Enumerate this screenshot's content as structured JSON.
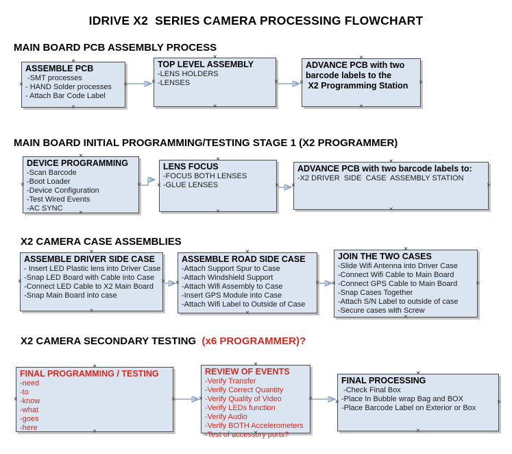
{
  "page": {
    "title": "IDRIVE X2  SERIES CAMERA PROCESSING FLOWCHART"
  },
  "colors": {
    "box_fill": "#dbe5f1",
    "box_border": "#4a4a4a",
    "red": "#d02b20",
    "arrow_line": "#8fa7c7",
    "arrow_head": "#44609f"
  },
  "icons": {
    "connection_point": "×"
  },
  "sections": [
    {
      "heading": "MAIN BOARD PCB ASSEMBLY PROCESS",
      "heading_suffix": "",
      "boxes": [
        {
          "title": "ASSEMBLE PCB",
          "items": [
            " -SMT processes",
            "- HAND Solder processes",
            "- Attach Bar Code Label"
          ]
        },
        {
          "title": "TOP LEVEL ASSEMBLY",
          "items": [
            "-LENS HOLDERS",
            "-LENSES"
          ]
        },
        {
          "title": "ADVANCE PCB with two\nbarcode labels to the\n X2 Programming Station",
          "items": []
        }
      ]
    },
    {
      "heading": "MAIN BOARD INITIAL PROGRAMMING/TESTING STAGE 1 (X2 PROGRAMMER)",
      "heading_suffix": "",
      "boxes": [
        {
          "title": "DEVICE PROGRAMMING",
          "items": [
            "-Scan Barcode",
            "-Boot Loader",
            "-Device Configuration",
            "-Test Wired Events",
            "-AC SYNC"
          ]
        },
        {
          "title": "LENS FOCUS",
          "items": [
            "-FOCUS BOTH LENSES",
            "-GLUE LENSES"
          ]
        },
        {
          "title": "ADVANCE PCB with two barcode labels to:",
          "items": [
            "-X2 DRIVER  SIDE  CASE  ASSEMBLY STATION"
          ]
        }
      ]
    },
    {
      "heading": "X2 CAMERA CASE ASSEMBLIES",
      "heading_suffix": "",
      "boxes": [
        {
          "title": "ASSEMBLE DRIVER SIDE CASE",
          "items": [
            "- Insert LED Plastic lens into Driver Case",
            "-Snap LED Board with Cable into Case",
            "-Connect LED Cable to X2 Main Board",
            "-Snap Main Board into case"
          ]
        },
        {
          "title": "ASSEMBLE ROAD SIDE CASE",
          "items": [
            "-Attach Support Spur to Case",
            "-Attach Windshield Support",
            "-Attach Wifi Assembly to Case",
            "-Insert GPS Module into Case",
            "-Attach Wifi Label to Outside of Case"
          ]
        },
        {
          "title": "JOIN THE TWO CASES",
          "items": [
            "-Slide Wifi Antenna into Driver Case",
            "-Connect Wifi Cable to Main Board",
            "-Connect GPS Cable to Main Board",
            "-Snap Cases Together",
            "-Attach S/N Label to outside of case",
            "-Secure cases with Screw"
          ]
        }
      ]
    },
    {
      "heading": "X2 CAMERA SECONDARY TESTING ",
      "heading_suffix": " (x6 PROGRAMMER)?",
      "boxes": [
        {
          "title": "FINAL PROGRAMMING / TESTING",
          "accent": "red",
          "items": [
            "-need",
            "-to",
            "-know",
            "-what",
            "-goes",
            "-here"
          ]
        },
        {
          "title": "REVIEW OF EVENTS",
          "accent": "red",
          "items": [
            "-Verify Transfer",
            "-Verify Correct Quantity",
            "-Verify Quality of Video",
            "-Verify LEDs function",
            "-Verify Audio",
            "-Verify BOTH Accelerometers",
            "-Test of accessory ports?"
          ]
        },
        {
          "title": "FINAL PROCESSING",
          "items": [
            " -Check Final Box",
            "-Place In Bubble wrap Bag and BOX",
            "-Place Barcode Label on Exterior or Box"
          ]
        }
      ]
    }
  ]
}
